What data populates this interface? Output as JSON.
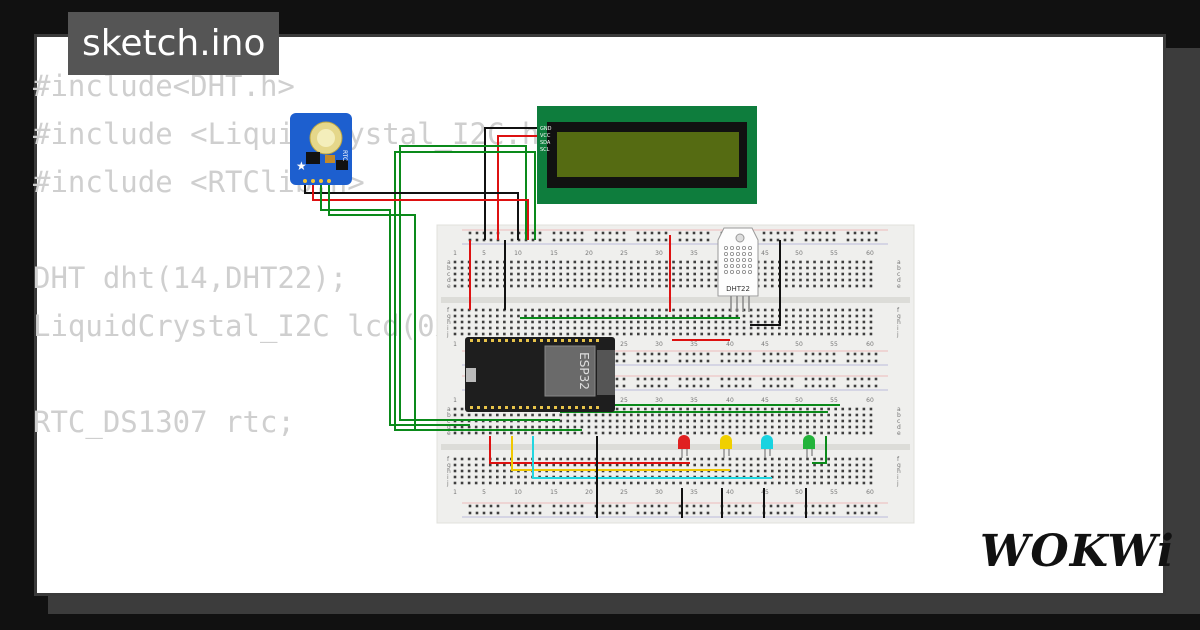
{
  "tab": {
    "filename": "sketch.ino"
  },
  "code": {
    "lines": [
      "#include<DHT.h>",
      "#include <LiquidCrystal_I2C.h>",
      "#include <RTClib.h>",
      "",
      "DHT dht(14,DHT22);",
      "LiquidCrystal_I2C lcd(0x27,16,2);",
      "",
      "RTC_DS1307 rtc;"
    ]
  },
  "components": {
    "esp32_label": "ESP32",
    "dht_label": "DHT22",
    "rtc_label": "RTC",
    "breadboard_numbers": [
      "1",
      "5",
      "10",
      "15",
      "20",
      "25",
      "30",
      "35",
      "40",
      "45",
      "50",
      "55",
      "60"
    ],
    "breadboard_rows_top": [
      "a",
      "b",
      "c",
      "d",
      "e"
    ],
    "breadboard_rows_bottom": [
      "f",
      "g",
      "h",
      "i",
      "j"
    ],
    "lcd_pins": [
      "GND",
      "VCC",
      "SDA",
      "SCL"
    ]
  },
  "colors": {
    "lcd_board": "#0e7d3d",
    "lcd_screen": "#556b12",
    "rtc_board": "#1d5fcf",
    "esp_board": "#1e1e1e",
    "led_red": "#e02020",
    "led_yellow": "#f0d000",
    "led_cyan": "#19d3e0",
    "led_green": "#22b33a"
  },
  "brand": {
    "name": "WOKWi"
  }
}
